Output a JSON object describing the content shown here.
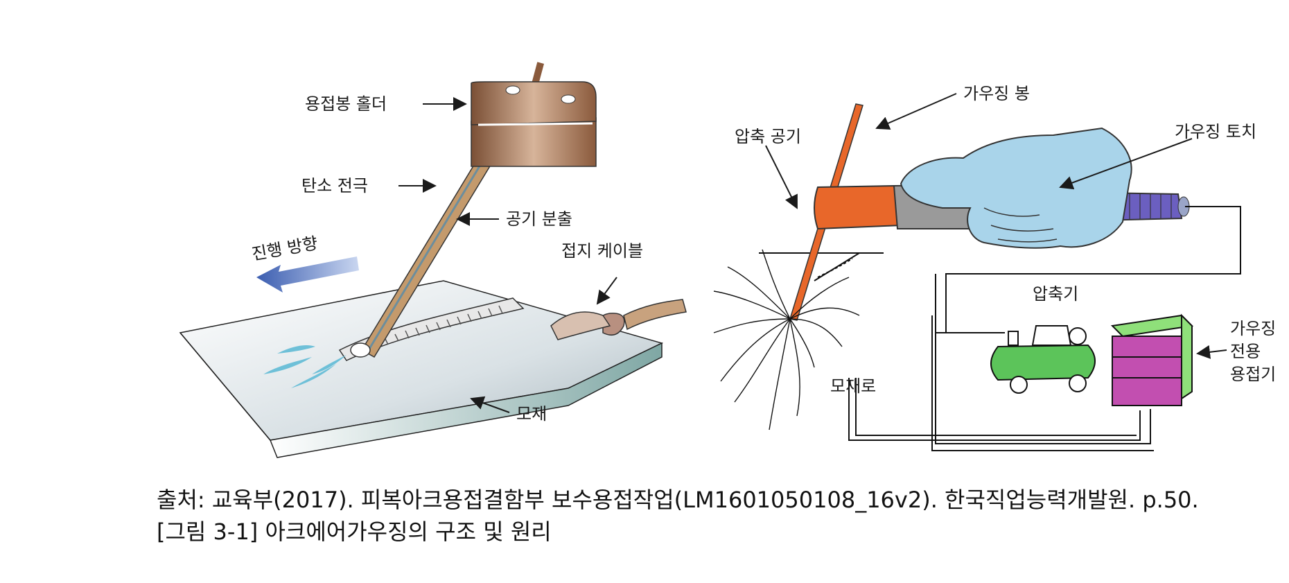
{
  "left_diagram": {
    "labels": {
      "holder": "용접봉 홀더",
      "electrode": "탄소 전극",
      "air_jet": "공기 분출",
      "direction": "진행 방향",
      "ground_cable": "접지 케이블",
      "base_metal": "모재"
    }
  },
  "right_diagram": {
    "labels": {
      "gouging_rod": "가우징 봉",
      "compressed_air": "압축 공기",
      "gouging_torch": "가우징 토치",
      "compressor": "압축기",
      "to_base_metal": "모재로",
      "welder_line1": "가우징",
      "welder_line2": "전용",
      "welder_line3": "용접기"
    }
  },
  "caption": {
    "source": "출처: 교육부(2017). 피복아크용접결함부 보수용접작업(LM1601050108_16v2). 한국직업능력개발원. p.50.",
    "figure": "[그림 3-1] 아크에어가우징의 구조 및 원리"
  },
  "colors": {
    "holder": "#b88a6a",
    "electrode": "#c49a6c",
    "plate_top": "#cfd7dc",
    "arrow_blue": "#3b5db0",
    "torch_orange": "#e8672a",
    "glove": "#a9d4ea",
    "torch_body": "#9a9a9a",
    "handle_purple": "#6b5fc0",
    "compressor_green": "#5cc45a",
    "welder_green": "#8fe07a",
    "welder_magenta": "#c24fb0"
  }
}
